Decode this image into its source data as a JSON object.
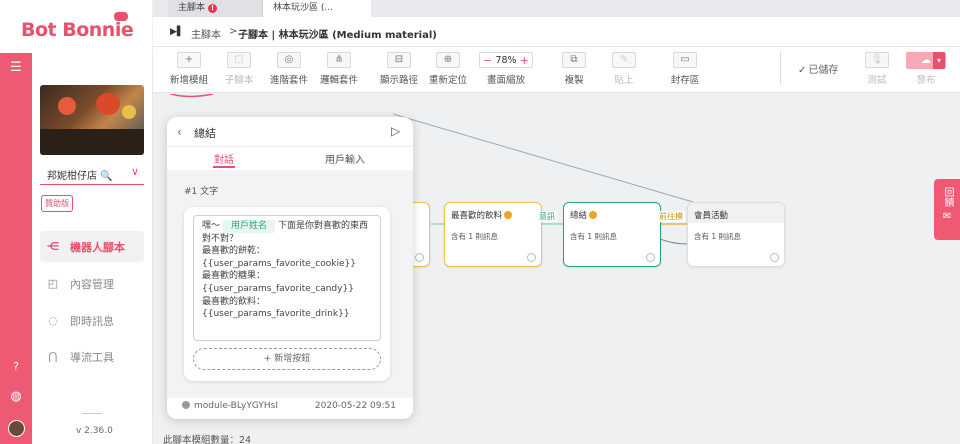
{
  "brand": {
    "name": "Bot Bonnie"
  },
  "tabs": [
    {
      "label": "主腳本",
      "badge": "!"
    },
    {
      "label": "林本玩沙區 (..."
    }
  ],
  "breadcrumb": {
    "root": "主腳本",
    "sep": ">",
    "current": "子腳本 | 林本玩沙區 (Medium material)"
  },
  "sidebar": {
    "shop_name": "邦妮柑仔店",
    "plan_badge": "贊助版",
    "items": [
      {
        "label": "機器人腳本",
        "icon": "flow-icon",
        "active": true
      },
      {
        "label": "內容管理",
        "icon": "content-icon",
        "active": false
      },
      {
        "label": "即時訊息",
        "icon": "chat-icon",
        "active": false
      },
      {
        "label": "導流工具",
        "icon": "magnet-icon",
        "active": false
      }
    ],
    "version": "v 2.36.0"
  },
  "toolbar": {
    "buttons": [
      {
        "label": "新增模組",
        "icon": "+"
      },
      {
        "label": "子腳本",
        "icon": "▢",
        "disabled": true
      },
      {
        "label": "進階套件",
        "icon": "◎"
      },
      {
        "label": "邏輯套件",
        "icon": "⋔"
      },
      {
        "label": "顯示路徑",
        "icon": "⊟"
      },
      {
        "label": "重新定位",
        "icon": "⊕"
      },
      {
        "label": "複製",
        "icon": "⧉"
      },
      {
        "label": "貼上",
        "icon": "✎",
        "disabled": true
      },
      {
        "label": "封存區",
        "icon": "▭"
      }
    ],
    "zoom": {
      "value": "78%",
      "label": "畫面縮放",
      "minus": "−",
      "plus": "+"
    },
    "saved": "已儲存",
    "test": "測試",
    "publish": "發布"
  },
  "canvas": {
    "nodes": [
      {
        "title": "最喜歡的飲料",
        "msg": "含有 1 則訊息"
      },
      {
        "title": "總結",
        "msg": "含有 1 則訊息"
      },
      {
        "title": "會員活動",
        "msg": "含有 1 則訊息"
      }
    ],
    "connectors": [
      "意訊",
      "前往模"
    ],
    "module_count": "此腳本模組數量：24"
  },
  "panel": {
    "title": "總結",
    "tabs": [
      "對話",
      "用戶輸入"
    ],
    "section": "#1 文字",
    "text_prefix": "嘿～",
    "chip": "用戶姓名",
    "text_after_chip": "下面是你對喜歡的東西對不對？",
    "lines": [
      "最喜歡的餅乾：",
      "{{user_params_favorite_cookie}}",
      "最喜歡的糖果：",
      "{{user_params_favorite_candy}}",
      "最喜歡的飲料：",
      "{{user_params_favorite_drink}}"
    ],
    "add_button": "+ 新增按鈕",
    "module_id": "module-BLyYGYHsI",
    "date": "2020-05-22 09:51"
  },
  "feedback": {
    "label": "回饋"
  }
}
